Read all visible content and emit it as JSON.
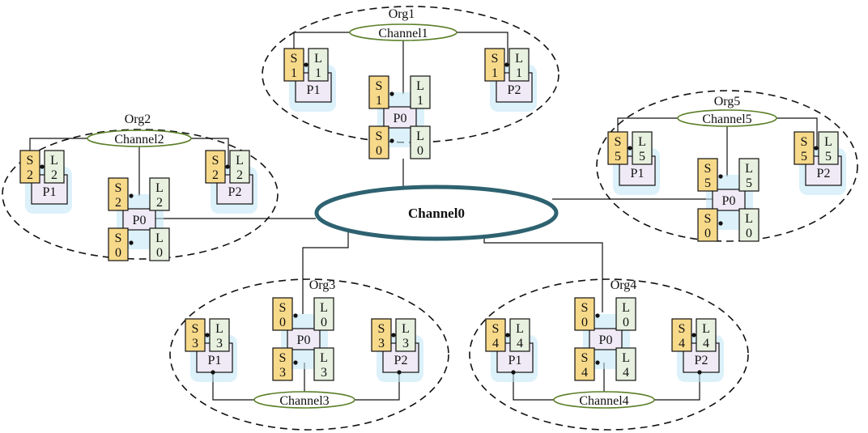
{
  "main_channel": {
    "label": "Channel0"
  },
  "orgs": [
    {
      "id": "org1",
      "label": "Org1",
      "channel": "Channel1",
      "p0": {
        "label": "P0",
        "s_top": [
          "S",
          "1"
        ],
        "l_top": [
          "L",
          "1"
        ],
        "s_bot": [
          "S",
          "0"
        ],
        "l_bot": [
          "L",
          "0"
        ]
      },
      "p1": {
        "label": "P1",
        "s": [
          "S",
          "1"
        ],
        "l": [
          "L",
          "1"
        ]
      },
      "p2": {
        "label": "P2",
        "s": [
          "S",
          "1"
        ],
        "l": [
          "L",
          "1"
        ]
      }
    },
    {
      "id": "org2",
      "label": "Org2",
      "channel": "Channel2",
      "p0": {
        "label": "P0",
        "s_top": [
          "S",
          "2"
        ],
        "l_top": [
          "L",
          "2"
        ],
        "s_bot": [
          "S",
          "0"
        ],
        "l_bot": [
          "L",
          "0"
        ]
      },
      "p1": {
        "label": "P1",
        "s": [
          "S",
          "2"
        ],
        "l": [
          "L",
          "2"
        ]
      },
      "p2": {
        "label": "P2",
        "s": [
          "S",
          "2"
        ],
        "l": [
          "L",
          "2"
        ]
      }
    },
    {
      "id": "org3",
      "label": "Org3",
      "channel": "Channel3",
      "p0": {
        "label": "P0",
        "s_top": [
          "S",
          "0"
        ],
        "l_top": [
          "L",
          "0"
        ],
        "s_bot": [
          "S",
          "3"
        ],
        "l_bot": [
          "L",
          "3"
        ]
      },
      "p1": {
        "label": "P1",
        "s": [
          "S",
          "3"
        ],
        "l": [
          "L",
          "3"
        ]
      },
      "p2": {
        "label": "P2",
        "s": [
          "S",
          "3"
        ],
        "l": [
          "L",
          "3"
        ]
      }
    },
    {
      "id": "org4",
      "label": "Org4",
      "channel": "Channel4",
      "p0": {
        "label": "P0",
        "s_top": [
          "S",
          "0"
        ],
        "l_top": [
          "L",
          "0"
        ],
        "s_bot": [
          "S",
          "4"
        ],
        "l_bot": [
          "L",
          "4"
        ]
      },
      "p1": {
        "label": "P1",
        "s": [
          "S",
          "4"
        ],
        "l": [
          "L",
          "4"
        ]
      },
      "p2": {
        "label": "P2",
        "s": [
          "S",
          "4"
        ],
        "l": [
          "L",
          "4"
        ]
      }
    },
    {
      "id": "org5",
      "label": "Org5",
      "channel": "Channel5",
      "p0": {
        "label": "P0",
        "s_top": [
          "S",
          "5"
        ],
        "l_top": [
          "L",
          "5"
        ],
        "s_bot": [
          "S",
          "0"
        ],
        "l_bot": [
          "L",
          "0"
        ]
      },
      "p1": {
        "label": "P1",
        "s": [
          "S",
          "5"
        ],
        "l": [
          "L",
          "5"
        ]
      },
      "p2": {
        "label": "P2",
        "s": [
          "S",
          "5"
        ],
        "l": [
          "L",
          "5"
        ]
      }
    }
  ]
}
